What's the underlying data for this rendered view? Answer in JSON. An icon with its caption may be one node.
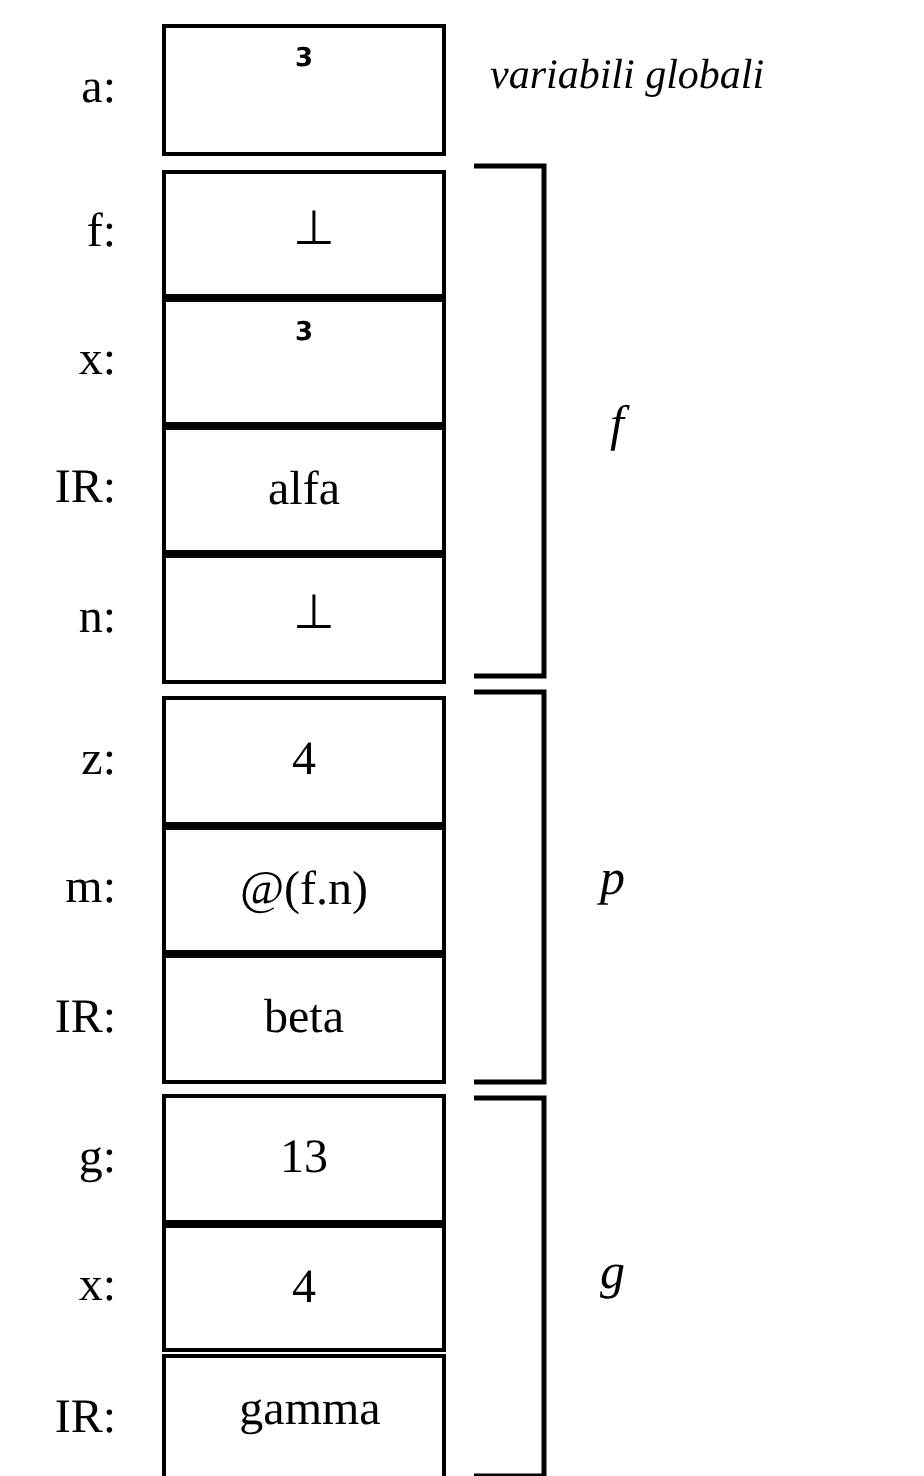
{
  "diagram": {
    "nodes": [
      {
        "text": [
          "3"
        ],
        "beside": [
          "a:"
        ]
      },
      {
        "text": [
          "⊥"
        ],
        "beside": [
          "f:"
        ]
      },
      {
        "text": [
          "3"
        ],
        "beside": [
          "x:"
        ]
      },
      {
        "text": [
          "alfa"
        ],
        "beside": [
          "IR:"
        ]
      },
      {
        "text": [
          "⊥"
        ],
        "beside": [
          "n:"
        ]
      },
      {
        "text": [
          "4"
        ],
        "beside": [
          "z:"
        ]
      },
      {
        "text": [
          "@(f.n)"
        ],
        "beside": [
          "m:"
        ]
      },
      {
        "text": [
          "beta"
        ],
        "beside": [
          "IR:"
        ]
      },
      {
        "text": [
          "13"
        ],
        "beside": [
          "g:"
        ]
      },
      {
        "text": [
          "4"
        ],
        "beside": [
          "x:"
        ]
      },
      {
        "text": [
          "gamma"
        ],
        "beside": [
          "IR:"
        ]
      }
    ],
    "labels": [
      "variabili globali",
      "f",
      "p",
      "g"
    ]
  }
}
